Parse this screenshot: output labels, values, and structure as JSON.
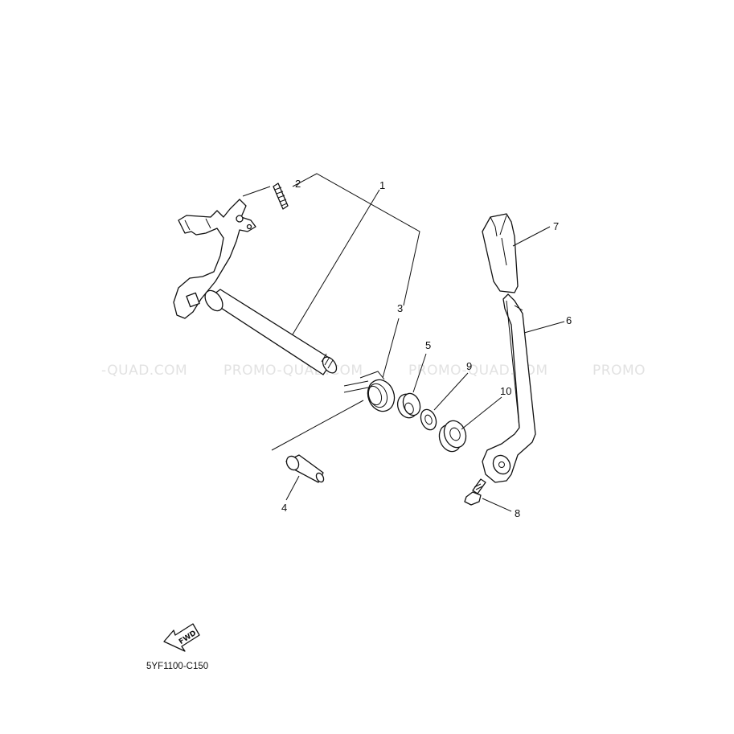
{
  "diagram": {
    "drawing_code": "5YF1100-C150",
    "fwd_label": "FWD",
    "watermarks": [
      "-QUAD.COM",
      "PROMO-QUAD.COM",
      "PROMO-QUAD.COM",
      "PROMO"
    ],
    "callouts": [
      "1",
      "2",
      "3",
      "4",
      "5",
      "6",
      "7",
      "8",
      "9",
      "10"
    ]
  }
}
